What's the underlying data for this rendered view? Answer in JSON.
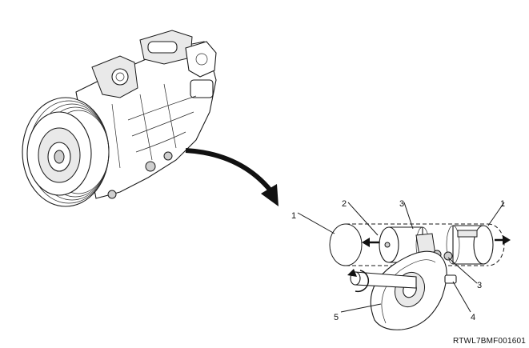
{
  "callouts": [
    {
      "id": "1",
      "text": "1"
    },
    {
      "id": "2",
      "text": "2"
    },
    {
      "id": "3",
      "text": "3"
    },
    {
      "id": "1b",
      "text": "1"
    },
    {
      "id": "3b",
      "text": "3"
    },
    {
      "id": "4",
      "text": "4"
    },
    {
      "id": "5",
      "text": "5"
    }
  ],
  "figure_code": "RTWL7BMF001601"
}
